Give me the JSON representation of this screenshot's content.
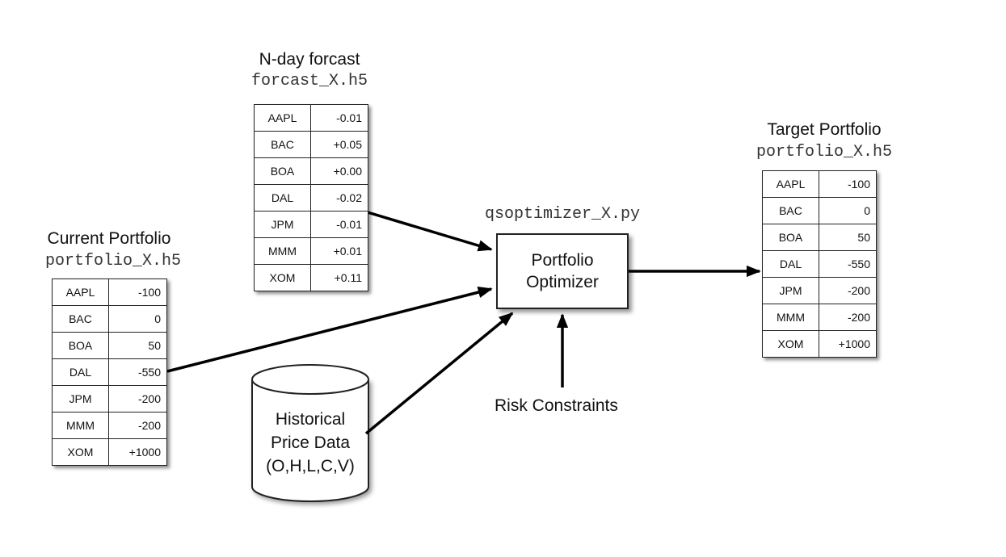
{
  "forecast": {
    "title": "N-day forcast",
    "file": "forcast_X.h5",
    "rows": [
      {
        "sym": "AAPL",
        "val": "-0.01"
      },
      {
        "sym": "BAC",
        "val": "+0.05"
      },
      {
        "sym": "BOA",
        "val": "+0.00"
      },
      {
        "sym": "DAL",
        "val": "-0.02"
      },
      {
        "sym": "JPM",
        "val": "-0.01"
      },
      {
        "sym": "MMM",
        "val": "+0.01"
      },
      {
        "sym": "XOM",
        "val": "+0.11"
      }
    ]
  },
  "current": {
    "title": "Current Portfolio",
    "file": "portfolio_X.h5",
    "rows": [
      {
        "sym": "AAPL",
        "val": "-100"
      },
      {
        "sym": "BAC",
        "val": "0"
      },
      {
        "sym": "BOA",
        "val": "50"
      },
      {
        "sym": "DAL",
        "val": "-550"
      },
      {
        "sym": "JPM",
        "val": "-200"
      },
      {
        "sym": "MMM",
        "val": "-200"
      },
      {
        "sym": "XOM",
        "val": "+1000"
      }
    ]
  },
  "target": {
    "title": "Target Portfolio",
    "file": "portfolio_X.h5",
    "rows": [
      {
        "sym": "AAPL",
        "val": "-100"
      },
      {
        "sym": "BAC",
        "val": "0"
      },
      {
        "sym": "BOA",
        "val": "50"
      },
      {
        "sym": "DAL",
        "val": "-550"
      },
      {
        "sym": "JPM",
        "val": "-200"
      },
      {
        "sym": "MMM",
        "val": "-200"
      },
      {
        "sym": "XOM",
        "val": "+1000"
      }
    ]
  },
  "optimizer": {
    "script": "qsoptimizer_X.py",
    "line1": "Portfolio",
    "line2": "Optimizer"
  },
  "historical": {
    "line1": "Historical",
    "line2": "Price Data",
    "line3": "(O,H,L,C,V)"
  },
  "risk": {
    "label": "Risk Constraints"
  }
}
